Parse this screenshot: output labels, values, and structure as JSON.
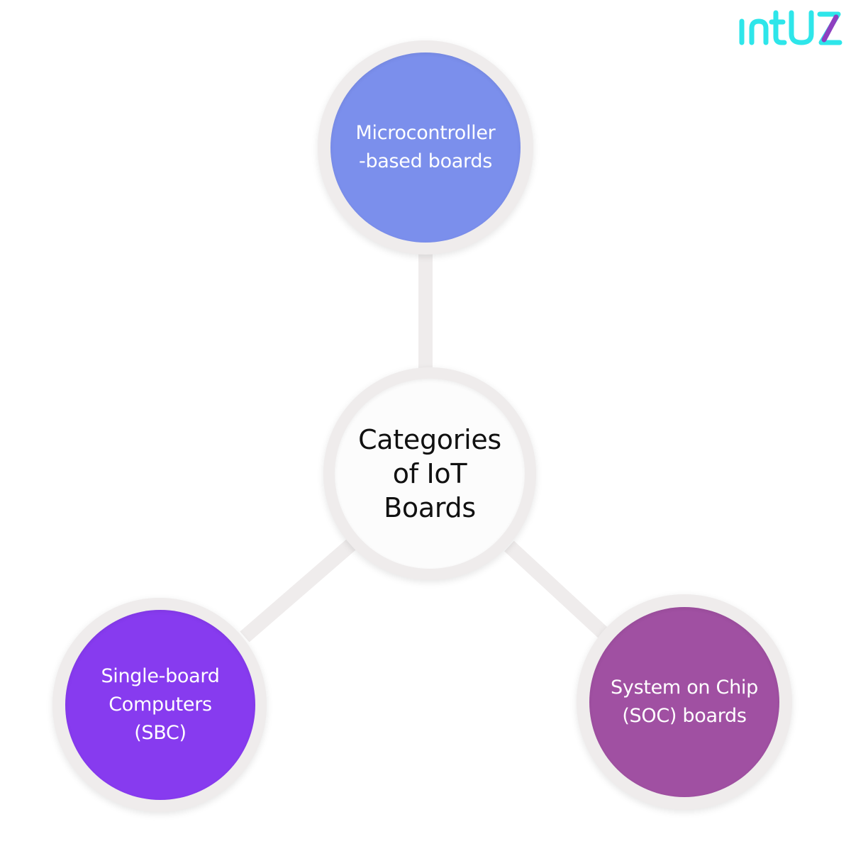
{
  "brand": {
    "logo_text": "intuz",
    "logo_color": "#2ee6ea",
    "logo_accent_color": "#8e3fc0"
  },
  "diagram": {
    "center": {
      "label": "Categories\nof IoT\nBoards",
      "fill": "#fcfcfc",
      "text_color": "#111111"
    },
    "nodes": [
      {
        "id": "microcontroller",
        "label": "Microcontroller\n-based boards",
        "fill": "#7b8fec"
      },
      {
        "id": "sbc",
        "label": "Single-board\nComputers\n(SBC)",
        "fill": "#873bef"
      },
      {
        "id": "soc",
        "label": "System on Chip\n(SOC) boards",
        "fill": "#a050a2"
      }
    ],
    "ring_color": "#efecec",
    "connector_color": "#efecec"
  }
}
